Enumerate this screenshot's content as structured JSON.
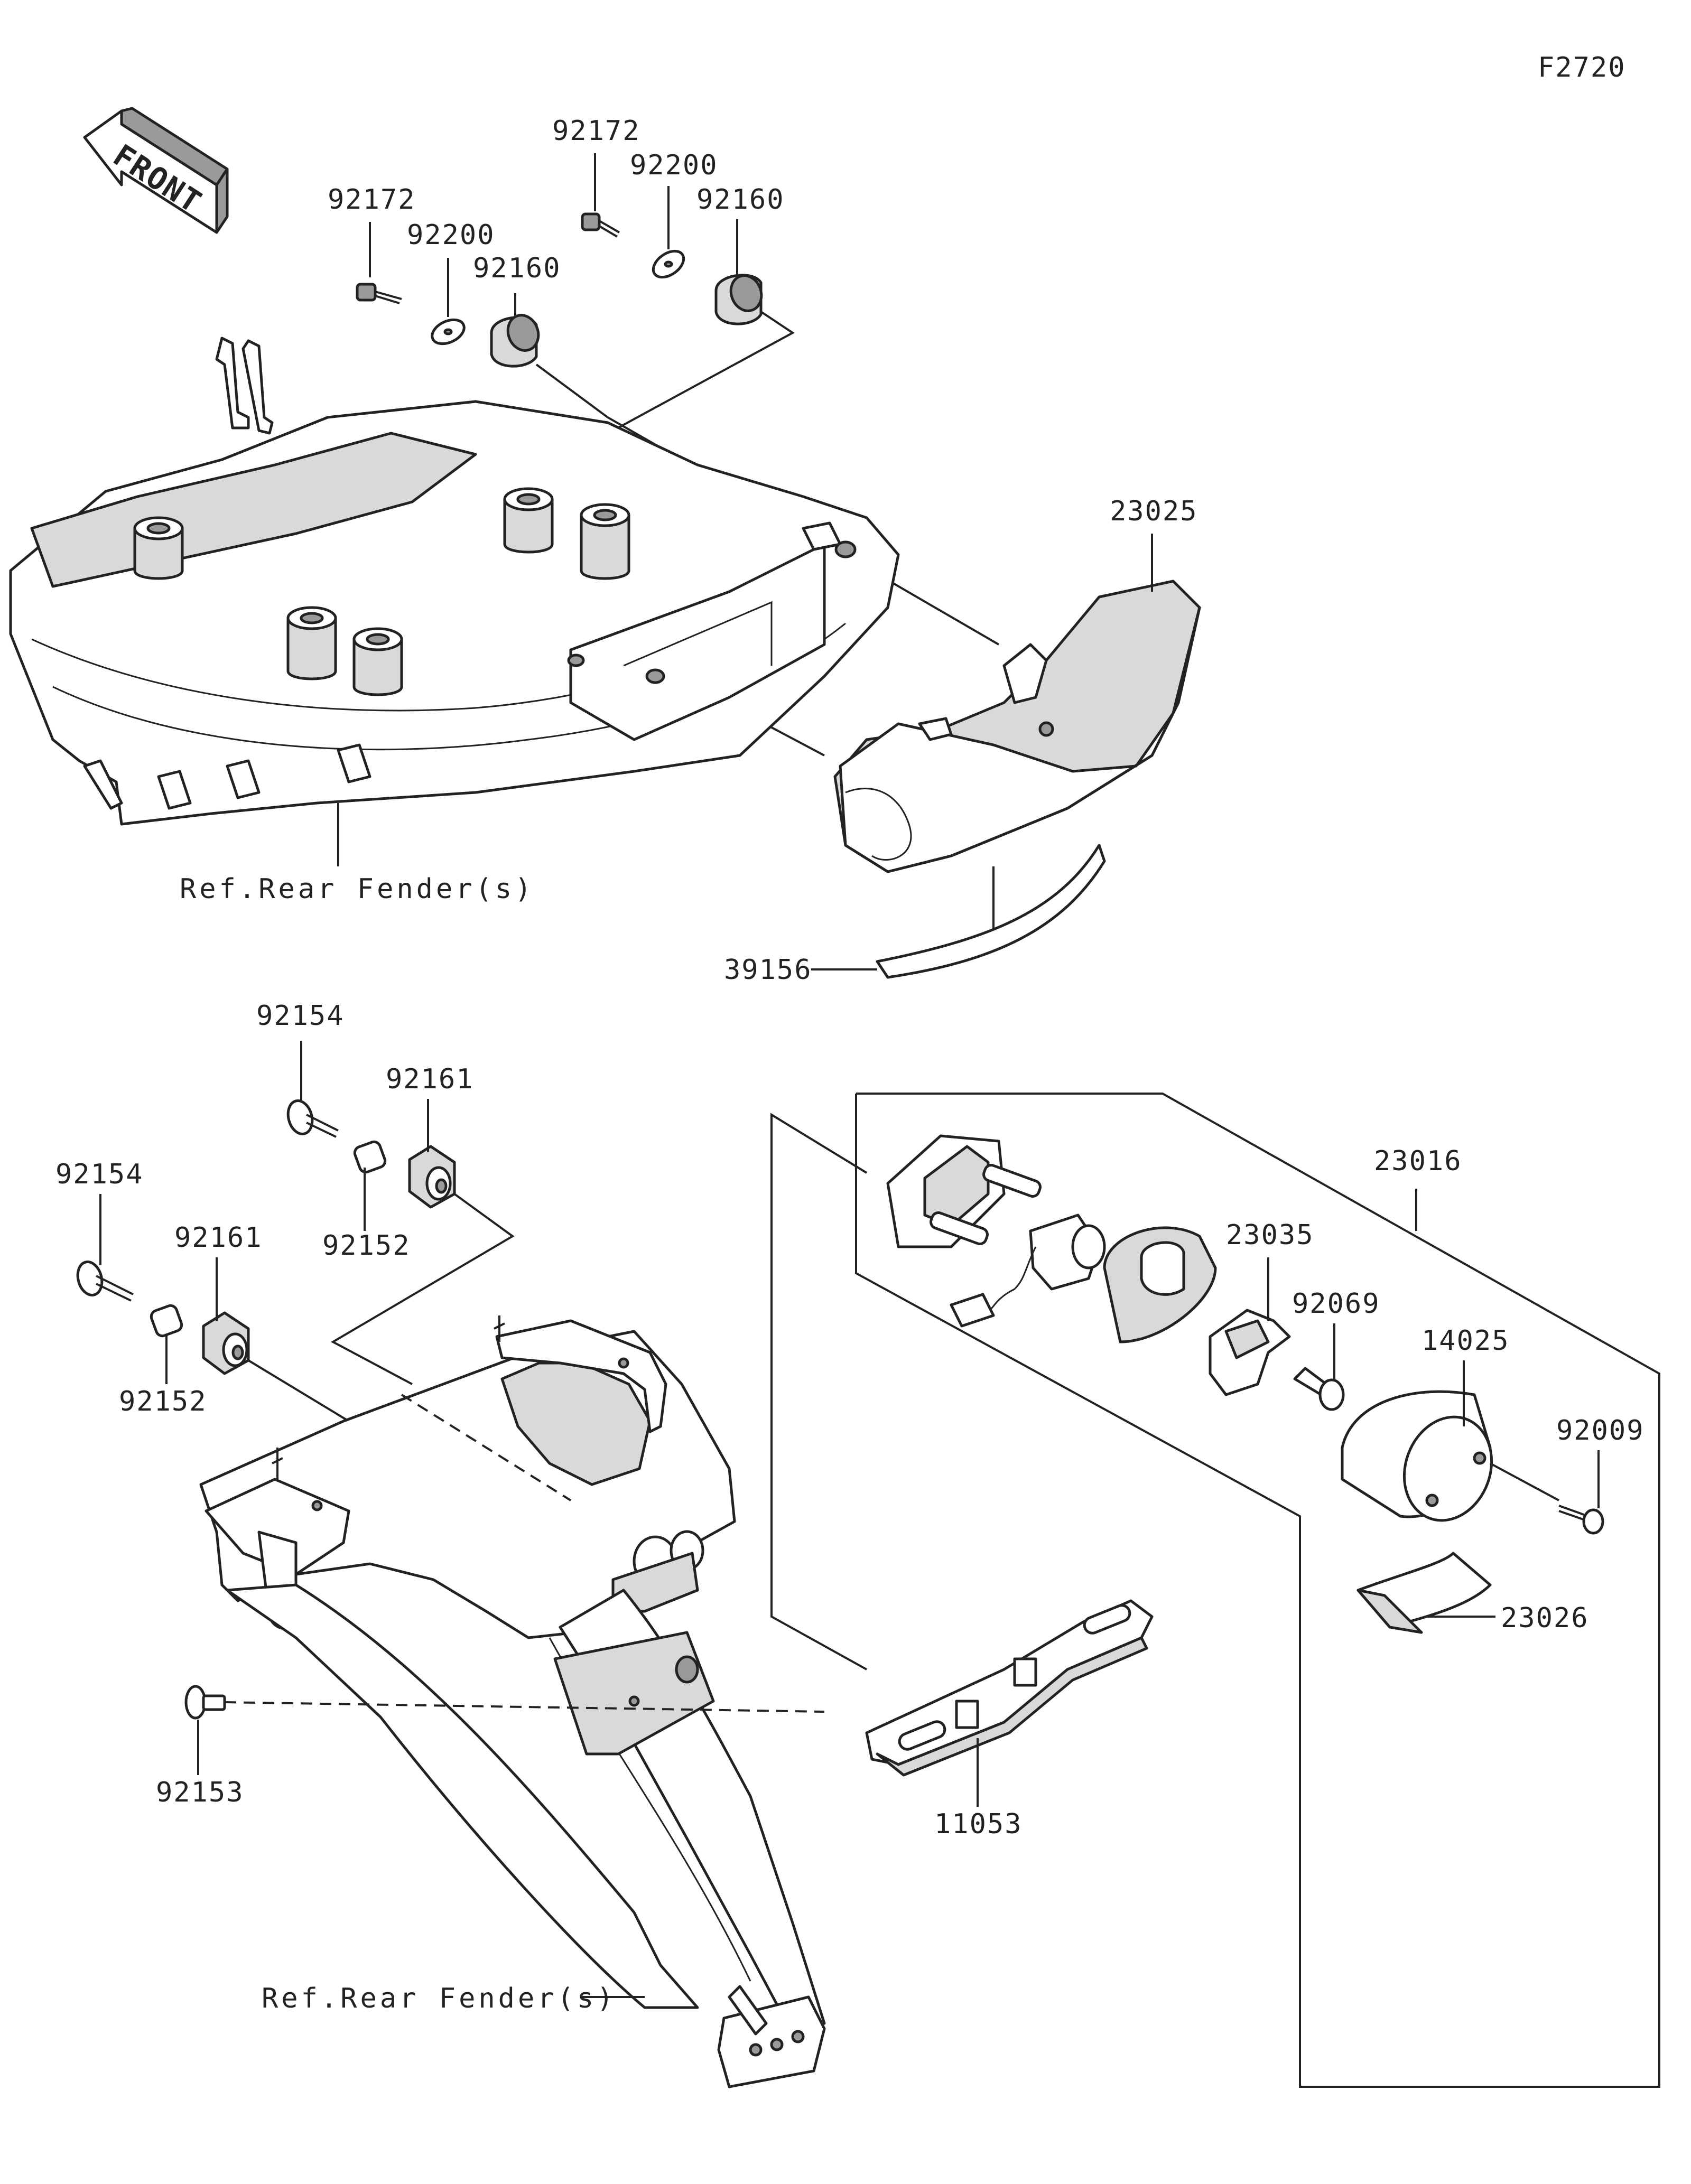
{
  "figure_code": "F2720",
  "front_arrow": {
    "text": "FRONT",
    "icon": "front-direction-arrow-icon"
  },
  "colors": {
    "line": "#222222",
    "shade": "#d9d9d9",
    "dark": "#9a9a9a",
    "background": "#ffffff"
  },
  "labels": {
    "p92172_a": "92172",
    "p92200_a": "92200",
    "p92160_a": "92160",
    "p92172_b": "92172",
    "p92200_b": "92200",
    "p92160_b": "92160",
    "p23025": "23025",
    "ref_rear_fender_top": "Ref.Rear Fender(s)",
    "p39156": "39156",
    "p92154_a": "92154",
    "p92161_a": "92161",
    "p92152_a": "92152",
    "p92154_b": "92154",
    "p92161_b": "92161",
    "p92152_b": "92152",
    "p23016": "23016",
    "p23035": "23035",
    "p92069": "92069",
    "p14025": "14025",
    "p92009": "92009",
    "p23026": "23026",
    "p92153": "92153",
    "p11053": "11053",
    "ref_rear_fender_bottom": "Ref.Rear Fender(s)"
  }
}
